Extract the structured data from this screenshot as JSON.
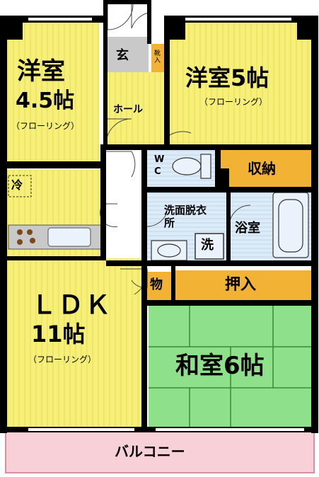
{
  "rooms": {
    "western_a": {
      "name": "洋室",
      "size": "4.5帖",
      "floor": "（フローリング）"
    },
    "western_b": {
      "name": "洋室5帖",
      "floor": "（フローリング）"
    },
    "entrance": "玄",
    "shoe_box": "靴入",
    "hall": "ホール",
    "wc": "WC",
    "storage": "収納",
    "fridge": "冷",
    "washroom": "洗面脱衣所",
    "washer": "洗",
    "bath": "浴室",
    "mono": "物",
    "closet": "押入",
    "ldk": {
      "name": "ＬＤＫ",
      "size": "11帖",
      "floor": "（フローリング）"
    },
    "japanese": {
      "name": "和室6帖"
    },
    "balcony": "バルコニー"
  },
  "colors": {
    "wall": "#000000",
    "yellow": "#f6f07a",
    "green": "#8ee08a",
    "blue": "#dcebf8",
    "orange": "#f2b233",
    "gray": "#c9c9c9",
    "balcony": "#f7d0d8"
  }
}
